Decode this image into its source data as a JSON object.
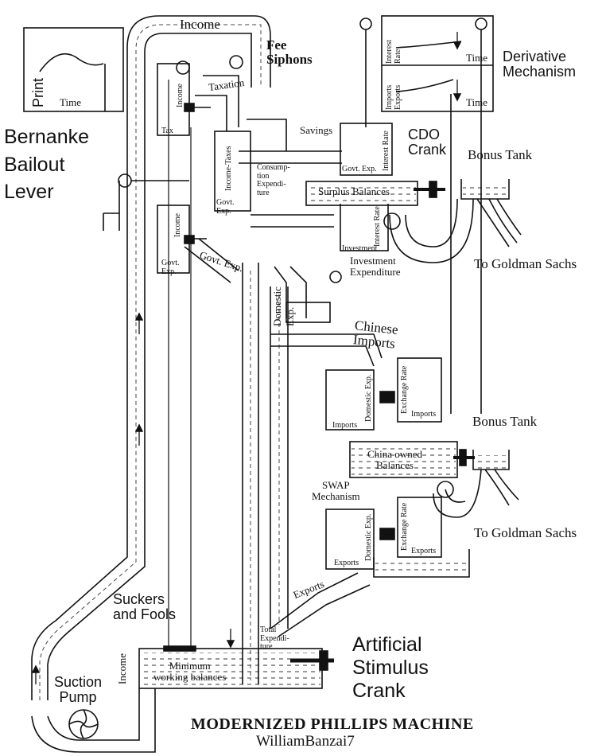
{
  "labels": {
    "income_top": "Income",
    "fee_siphons": "Fee\nSiphons",
    "taxation": "Taxation",
    "savings": "Savings",
    "derivative_mechanism": "Derivative\nMechanism",
    "interest_rate_1": "Interest\nRate",
    "time_1": "Time",
    "imports_exports": "Imports\nExports",
    "time_2": "Time",
    "print": "Print",
    "time_print": "Time",
    "bernanke_bailout_lever": "Bernanke\nBailout\nLever",
    "cdo_crank": "CDO\nCrank",
    "bonus_tank_1": "Bonus Tank",
    "to_goldman_1": "To Goldman Sachs",
    "income_taxes": "Income-Taxes",
    "income_small_1": "Income",
    "tax_small": "Tax",
    "consumption_expenditure": "Consump-\ntion\nExpendi-\nture",
    "interest_rate_govt": "Interest Rate",
    "govt_exp_small_1": "Govt. Exp.",
    "surplus_balances": "Surplus Balances",
    "govt_exp_small_2": "Govt.\nExp.",
    "income_small_2": "Income",
    "govt_exp_small_3": "Govt.\nExp.",
    "govt_exp_pipe": "Govt. Exp.",
    "interest_rate_inv": "Interest Rate",
    "investment_small": "Investment",
    "investment_expenditure": "Investment\nExpenditure",
    "domestic_exp": "Domestic\nExp.",
    "chinese_imports": "Chinese\nImports",
    "domestic_exp_small_1": "Domestic Exp.",
    "imports_small_1": "Imports",
    "exchange_rate_1": "Exchange Rate",
    "imports_small_2": "Imports",
    "bonus_tank_2": "Bonus Tank",
    "china_owned_balances": "China owned\nBalances",
    "swap_mechanism": "SWAP\nMechanism",
    "domestic_exp_small_2": "Domestic Exp.",
    "exports_small_1": "Exports",
    "exchange_rate_2": "Exchange Rate",
    "exports_small_2": "Exports",
    "to_goldman_2": "To Goldman Sachs",
    "exports_pipe": "Exports",
    "suckers_and_fools": "Suckers\nand Fools",
    "income_vertical": "Income",
    "total_expenditure": "Total\nExpendi-\nture",
    "minimum_working_balances": "Minimum\nworking balances",
    "artificial_stimulus_crank": "Artificial\nStimulus\nCrank",
    "suction_pump": "Suction\nPump",
    "title": "MODERNIZED PHILLIPS MACHINE",
    "author": "WilliamBanzai7"
  },
  "colors": {
    "ink": "#111111",
    "background": "#ffffff",
    "fluid_dash": "#333333"
  }
}
